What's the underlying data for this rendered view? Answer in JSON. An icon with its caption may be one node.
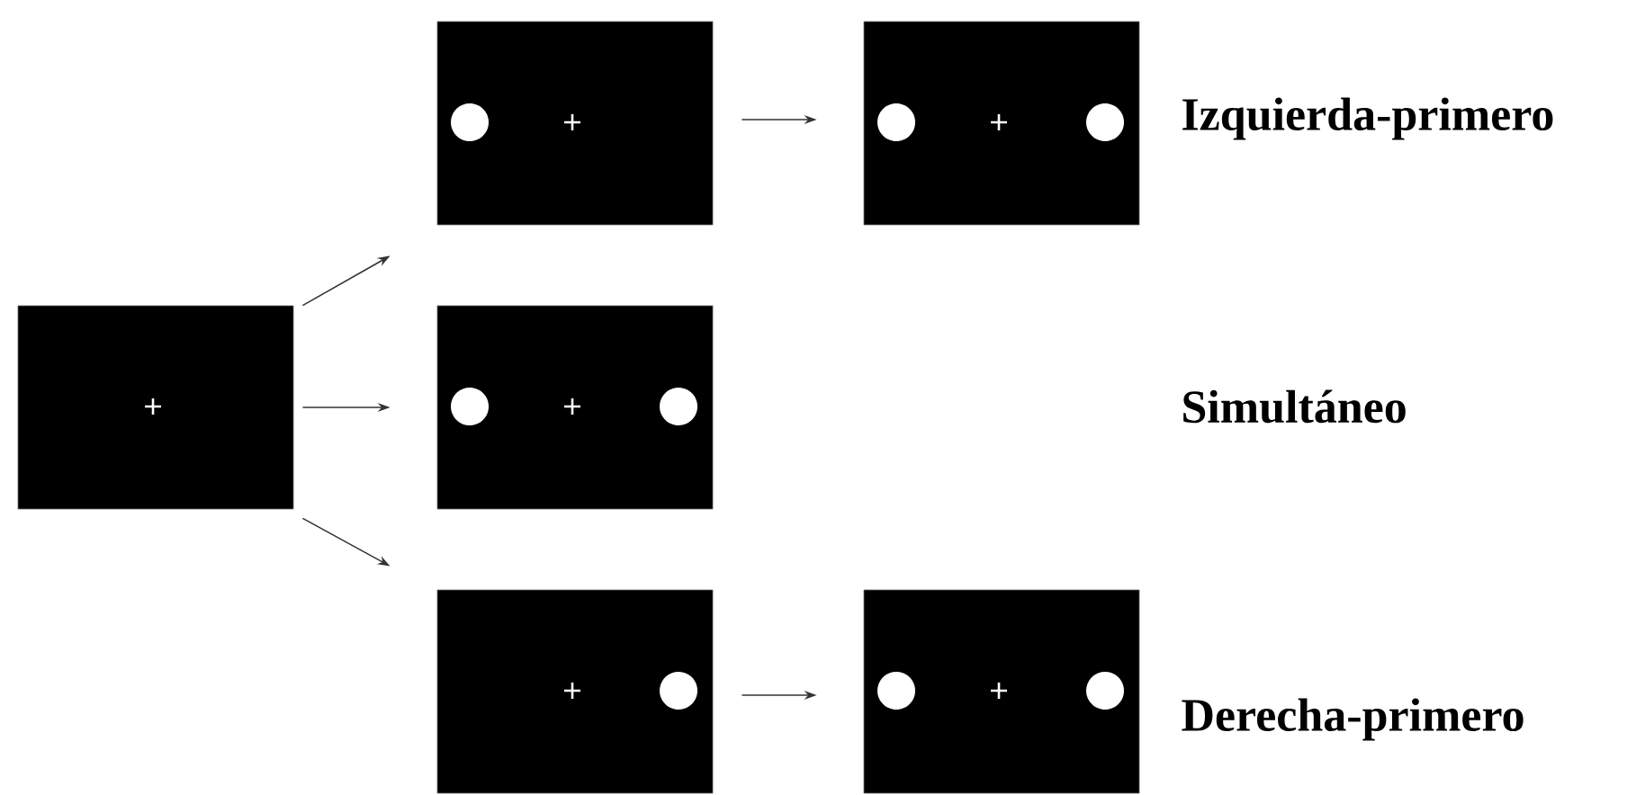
{
  "diagram": {
    "nodes": [
      {
        "text": [],
        "shape": "box"
      },
      {
        "text": [],
        "shape": "box"
      },
      {
        "text": [],
        "shape": "box",
        "beside": [
          "Izquierda-primero"
        ]
      },
      {
        "text": [],
        "shape": "box"
      },
      {
        "text": [],
        "shape": "box"
      },
      {
        "text": [],
        "shape": "box",
        "beside": [
          "Derecha-primero"
        ]
      }
    ],
    "edges": [
      {
        "from": 0,
        "to": 1,
        "arrow": "to"
      },
      {
        "from": 0,
        "to": 3,
        "arrow": "to"
      },
      {
        "from": 0,
        "to": 4,
        "arrow": "to"
      },
      {
        "from": 1,
        "to": 2,
        "arrow": "to"
      },
      {
        "from": 4,
        "to": 5,
        "arrow": "to"
      }
    ],
    "labels": [
      "Simultáneo"
    ]
  }
}
